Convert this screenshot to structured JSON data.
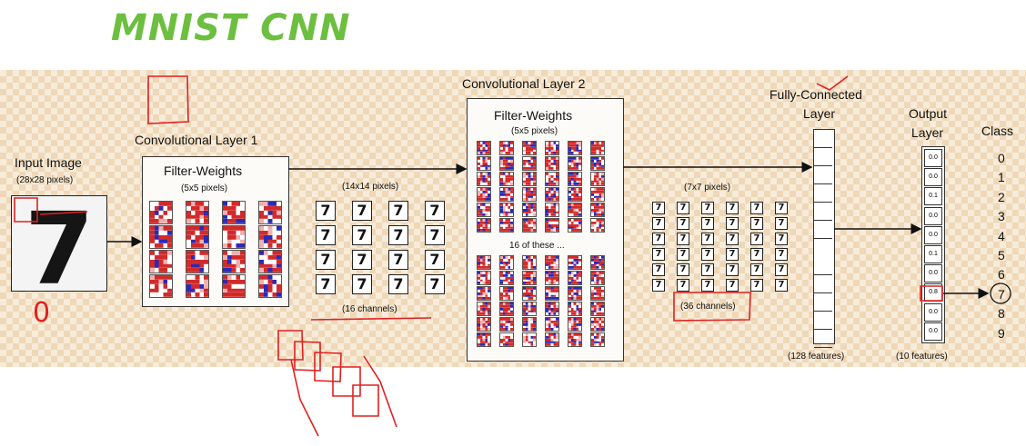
{
  "title": "MNIST CNN",
  "input": {
    "label": "Input Image",
    "size": "(28x28 pixels)",
    "digit": "7",
    "handwritten": "0"
  },
  "conv1": {
    "label": "Convolutional Layer 1",
    "filters_label": "Filter-Weights",
    "filter_size": "(5x5 pixels)"
  },
  "map1": {
    "size": "(14x14 pixels)",
    "channels": "(16 channels)",
    "digit": "7"
  },
  "conv2": {
    "label": "Convolutional Layer 2",
    "filters_label": "Filter-Weights",
    "filter_size": "(5x5 pixels)",
    "mid_label": "16 of these ..."
  },
  "map2": {
    "size": "(7x7 pixels)",
    "channels": "(36 channels)",
    "digit": "7"
  },
  "fc": {
    "label_line1": "Fully-Connected",
    "label_line2": "Layer",
    "features": "(128 features)"
  },
  "output": {
    "label_line1": "Output",
    "label_line2": "Layer",
    "features": "(10 features)",
    "values": [
      "0.0",
      "0.0",
      "0.1",
      "0.0",
      "0.0",
      "0.1",
      "0.0",
      "0.8",
      "0.0",
      "0.0"
    ]
  },
  "classes": {
    "label": "Class",
    "items": [
      "0",
      "1",
      "2",
      "3",
      "4",
      "5",
      "6",
      "7",
      "8",
      "9"
    ]
  },
  "colors": {
    "title": "#6cbf3f",
    "annotation": "#e02020",
    "filter_red": "#d22a2a",
    "filter_blue": "#2a2ab8"
  }
}
